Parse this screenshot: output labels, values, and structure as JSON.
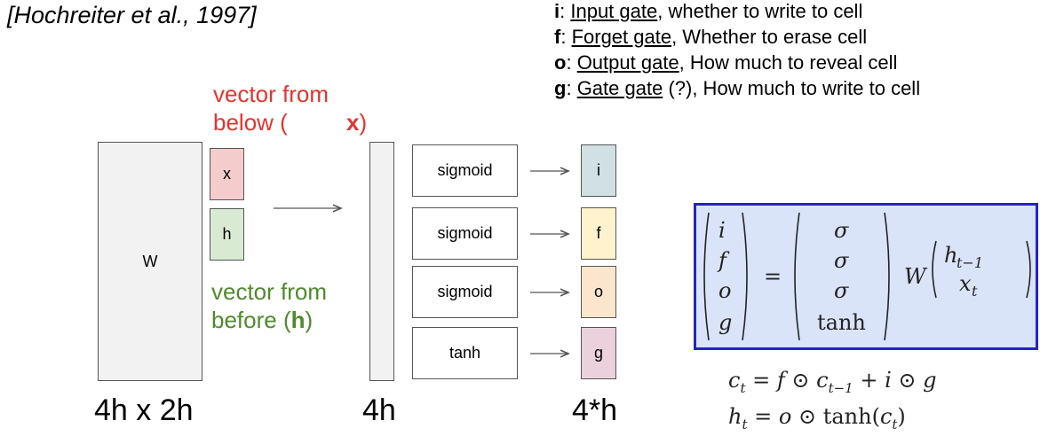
{
  "citation": "[Hochreiter et al., 1997]",
  "legend": [
    {
      "letter": "i",
      "name": "Input gate",
      "desc": ", whether to write to cell"
    },
    {
      "letter": "f",
      "name": "Forget gate",
      "desc": ", Whether to erase cell"
    },
    {
      "letter": "o",
      "name": "Output gate",
      "desc": ", How much to reveal cell"
    },
    {
      "letter": "g",
      "name": "Gate gate",
      "desc": " (?), How much to write to cell"
    }
  ],
  "diagram": {
    "weight_label": "W",
    "x_label": "x",
    "h_label": "h",
    "below_text": "vector from below (",
    "below_bold": "x",
    "before_text_1": "vector from",
    "before_text_2": "before (",
    "before_bold": "h",
    "gates": [
      "sigmoid",
      "sigmoid",
      "sigmoid",
      "tanh"
    ],
    "outputs": [
      "i",
      "f",
      "o",
      "g"
    ],
    "output_colors": [
      "#d0e0e3",
      "#fff2cc",
      "#fce5cd",
      "#ead1dc"
    ],
    "dim_weight": "4h x 2h",
    "dim_vector": "4h",
    "dim_output": "4*h"
  },
  "equations": {
    "lhs": [
      "i",
      "f",
      "o",
      "g"
    ],
    "rhs": [
      "σ",
      "σ",
      "σ",
      "tanh"
    ],
    "W": "W",
    "h_prev": "h",
    "h_prev_sub": "t−1",
    "x_t": "x",
    "x_t_sub": "t",
    "cell_eq": "c",
    "hidden_eq": "h"
  }
}
